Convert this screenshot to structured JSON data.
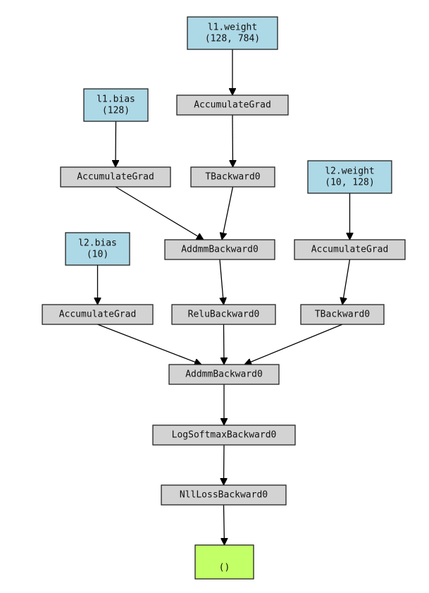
{
  "colors": {
    "param_fill": "#add8e6",
    "op_fill": "#d3d3d3",
    "output_fill": "#c3ff66",
    "stroke": "#222222"
  },
  "nodes": {
    "l1_weight": {
      "lines": [
        "l1.weight",
        "(128, 784)"
      ],
      "kind": "param"
    },
    "l1_bias": {
      "lines": [
        "l1.bias",
        "(128)"
      ],
      "kind": "param"
    },
    "l2_weight": {
      "lines": [
        "l2.weight",
        "(10, 128)"
      ],
      "kind": "param"
    },
    "l2_bias": {
      "lines": [
        "l2.bias",
        "(10)"
      ],
      "kind": "param"
    },
    "acc_l1w": {
      "lines": [
        "AccumulateGrad"
      ],
      "kind": "op"
    },
    "acc_l1b": {
      "lines": [
        "AccumulateGrad"
      ],
      "kind": "op"
    },
    "acc_l2w": {
      "lines": [
        "AccumulateGrad"
      ],
      "kind": "op"
    },
    "acc_l2b": {
      "lines": [
        "AccumulateGrad"
      ],
      "kind": "op"
    },
    "t_l1": {
      "lines": [
        "TBackward0"
      ],
      "kind": "op"
    },
    "t_l2": {
      "lines": [
        "TBackward0"
      ],
      "kind": "op"
    },
    "addmm_1": {
      "lines": [
        "AddmmBackward0"
      ],
      "kind": "op"
    },
    "relu": {
      "lines": [
        "ReluBackward0"
      ],
      "kind": "op"
    },
    "addmm_2": {
      "lines": [
        "AddmmBackward0"
      ],
      "kind": "op"
    },
    "logsoftmax": {
      "lines": [
        "LogSoftmaxBackward0"
      ],
      "kind": "op"
    },
    "nllloss": {
      "lines": [
        "NllLossBackward0"
      ],
      "kind": "op"
    },
    "output": {
      "lines": [
        "()"
      ],
      "kind": "output"
    }
  },
  "edges": [
    [
      "l1_weight",
      "acc_l1w"
    ],
    [
      "acc_l1w",
      "t_l1"
    ],
    [
      "l1_bias",
      "acc_l1b"
    ],
    [
      "acc_l1b",
      "addmm_1"
    ],
    [
      "t_l1",
      "addmm_1"
    ],
    [
      "l2_weight",
      "acc_l2w"
    ],
    [
      "acc_l2w",
      "t_l2"
    ],
    [
      "addmm_1",
      "relu"
    ],
    [
      "l2_bias",
      "acc_l2b"
    ],
    [
      "acc_l2b",
      "addmm_2"
    ],
    [
      "relu",
      "addmm_2"
    ],
    [
      "t_l2",
      "addmm_2"
    ],
    [
      "addmm_2",
      "logsoftmax"
    ],
    [
      "logsoftmax",
      "nllloss"
    ],
    [
      "nllloss",
      "output"
    ]
  ]
}
